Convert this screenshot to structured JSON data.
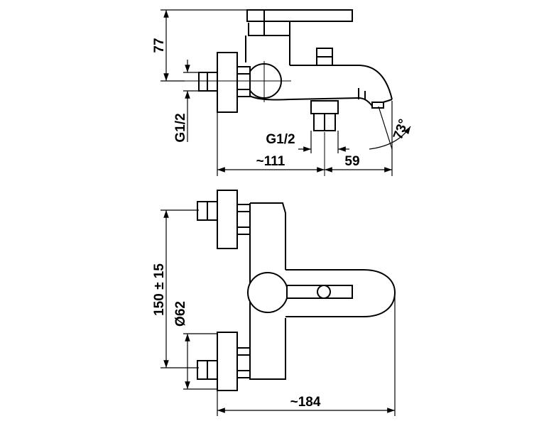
{
  "side_view": {
    "dim_height": "77",
    "dim_thread_side": "G1/2",
    "dim_thread_bottom": "G1/2",
    "dim_depth": "~111",
    "dim_spout": "59",
    "dim_angle": "73°"
  },
  "front_view": {
    "dim_center_distance": "150 ± 15",
    "dim_diameter": "Ø62",
    "dim_width": "~184"
  }
}
